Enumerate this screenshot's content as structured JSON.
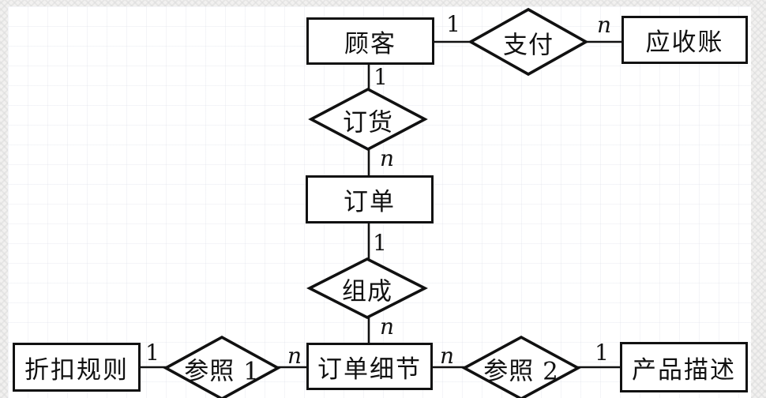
{
  "diagram": {
    "title": "customer-order-er-diagram",
    "entities": [
      {
        "id": "customer",
        "label": "顾客"
      },
      {
        "id": "receivables",
        "label": "应收账"
      },
      {
        "id": "order",
        "label": "订单"
      },
      {
        "id": "order-detail",
        "label": "订单细节"
      },
      {
        "id": "discount-rules",
        "label": "折扣规则"
      },
      {
        "id": "product-desc",
        "label": "产品描述"
      }
    ],
    "relationships": [
      {
        "id": "pay",
        "label": "支付",
        "from": "customer",
        "to": "receivables",
        "from_card": "1",
        "to_card": "n"
      },
      {
        "id": "order-rel",
        "label": "订货",
        "from": "customer",
        "to": "order",
        "from_card": "1",
        "to_card": "n"
      },
      {
        "id": "compose",
        "label": "组成",
        "from": "order",
        "to": "order-detail",
        "from_card": "1",
        "to_card": "n"
      },
      {
        "id": "reference1",
        "label": "参照 1",
        "from": "discount-rules",
        "to": "order-detail",
        "from_card": "1",
        "to_card": "n"
      },
      {
        "id": "reference2",
        "label": "参照 2",
        "from": "product-desc",
        "to": "order-detail",
        "from_card": "1",
        "to_card": "n"
      }
    ],
    "cardinality_labels": [
      "1",
      "n",
      "1",
      "n",
      "1",
      "n",
      "1",
      "n",
      "n",
      "1"
    ],
    "colors": {
      "line": "#111111",
      "shape_fill": "#ffffff",
      "background": "#ffffff"
    }
  }
}
